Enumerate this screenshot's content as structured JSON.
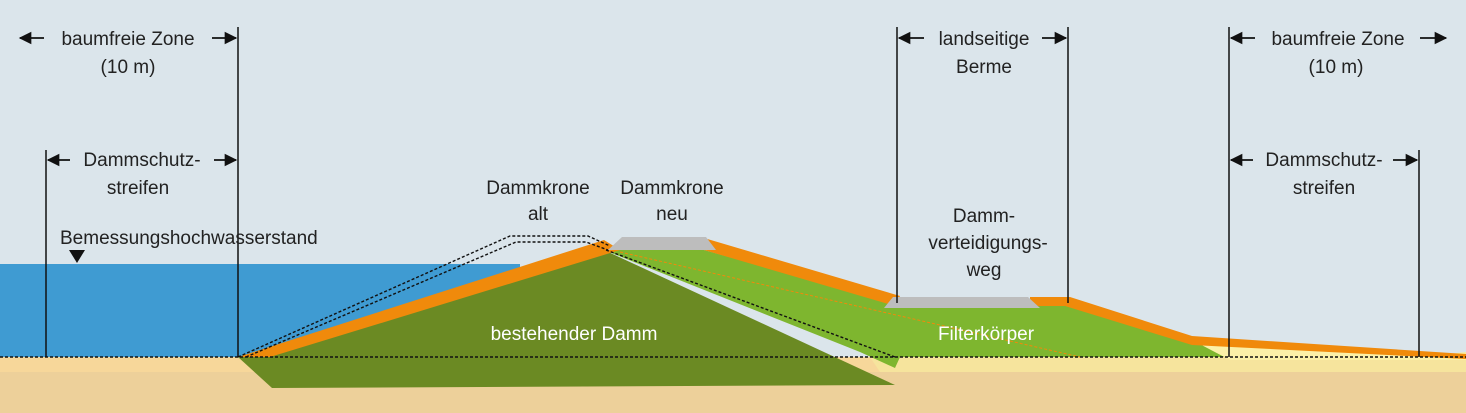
{
  "labels": {
    "baumfreie_zone_left": "baumfreie Zone",
    "baumfreie_zone_left_width": "(10 m)",
    "dammschutz_left_1": "Dammschutz-",
    "dammschutz_left_2": "streifen",
    "bemessung": "Bemessungshochwasserstand",
    "dammkrone_alt_1": "Dammkrone",
    "dammkrone_alt_2": "alt",
    "dammkrone_neu_1": "Dammkrone",
    "dammkrone_neu_2": "neu",
    "landseitige_berme_1": "landseitige",
    "landseitige_berme_2": "Berme",
    "dammverteidigung_1": "Damm-",
    "dammverteidigung_2": "verteidigungs-",
    "dammverteidigung_3": "weg",
    "bestehender_damm": "bestehender Damm",
    "filterkoerper": "Filterkörper",
    "baumfreie_zone_right": "baumfreie Zone",
    "baumfreie_zone_right_width": "(10 m)",
    "dammschutz_right_1": "Dammschutz-",
    "dammschutz_right_2": "streifen"
  },
  "colors": {
    "sky": "#dbe5eb",
    "water": "#3f9bd2",
    "ground": "#edd09a",
    "ground_light": "#f7df9c",
    "existing_dam": "#6b8a23",
    "filter_body": "#7eb62f",
    "cover_layer": "#f08a0b",
    "crest_path": "#bdbdbd",
    "berm_fill": "#fbf2a8",
    "line": "#111111"
  },
  "icons": {
    "water_level_marker": "triangle-down-icon",
    "dimension_arrows": "double-arrow-icon"
  }
}
